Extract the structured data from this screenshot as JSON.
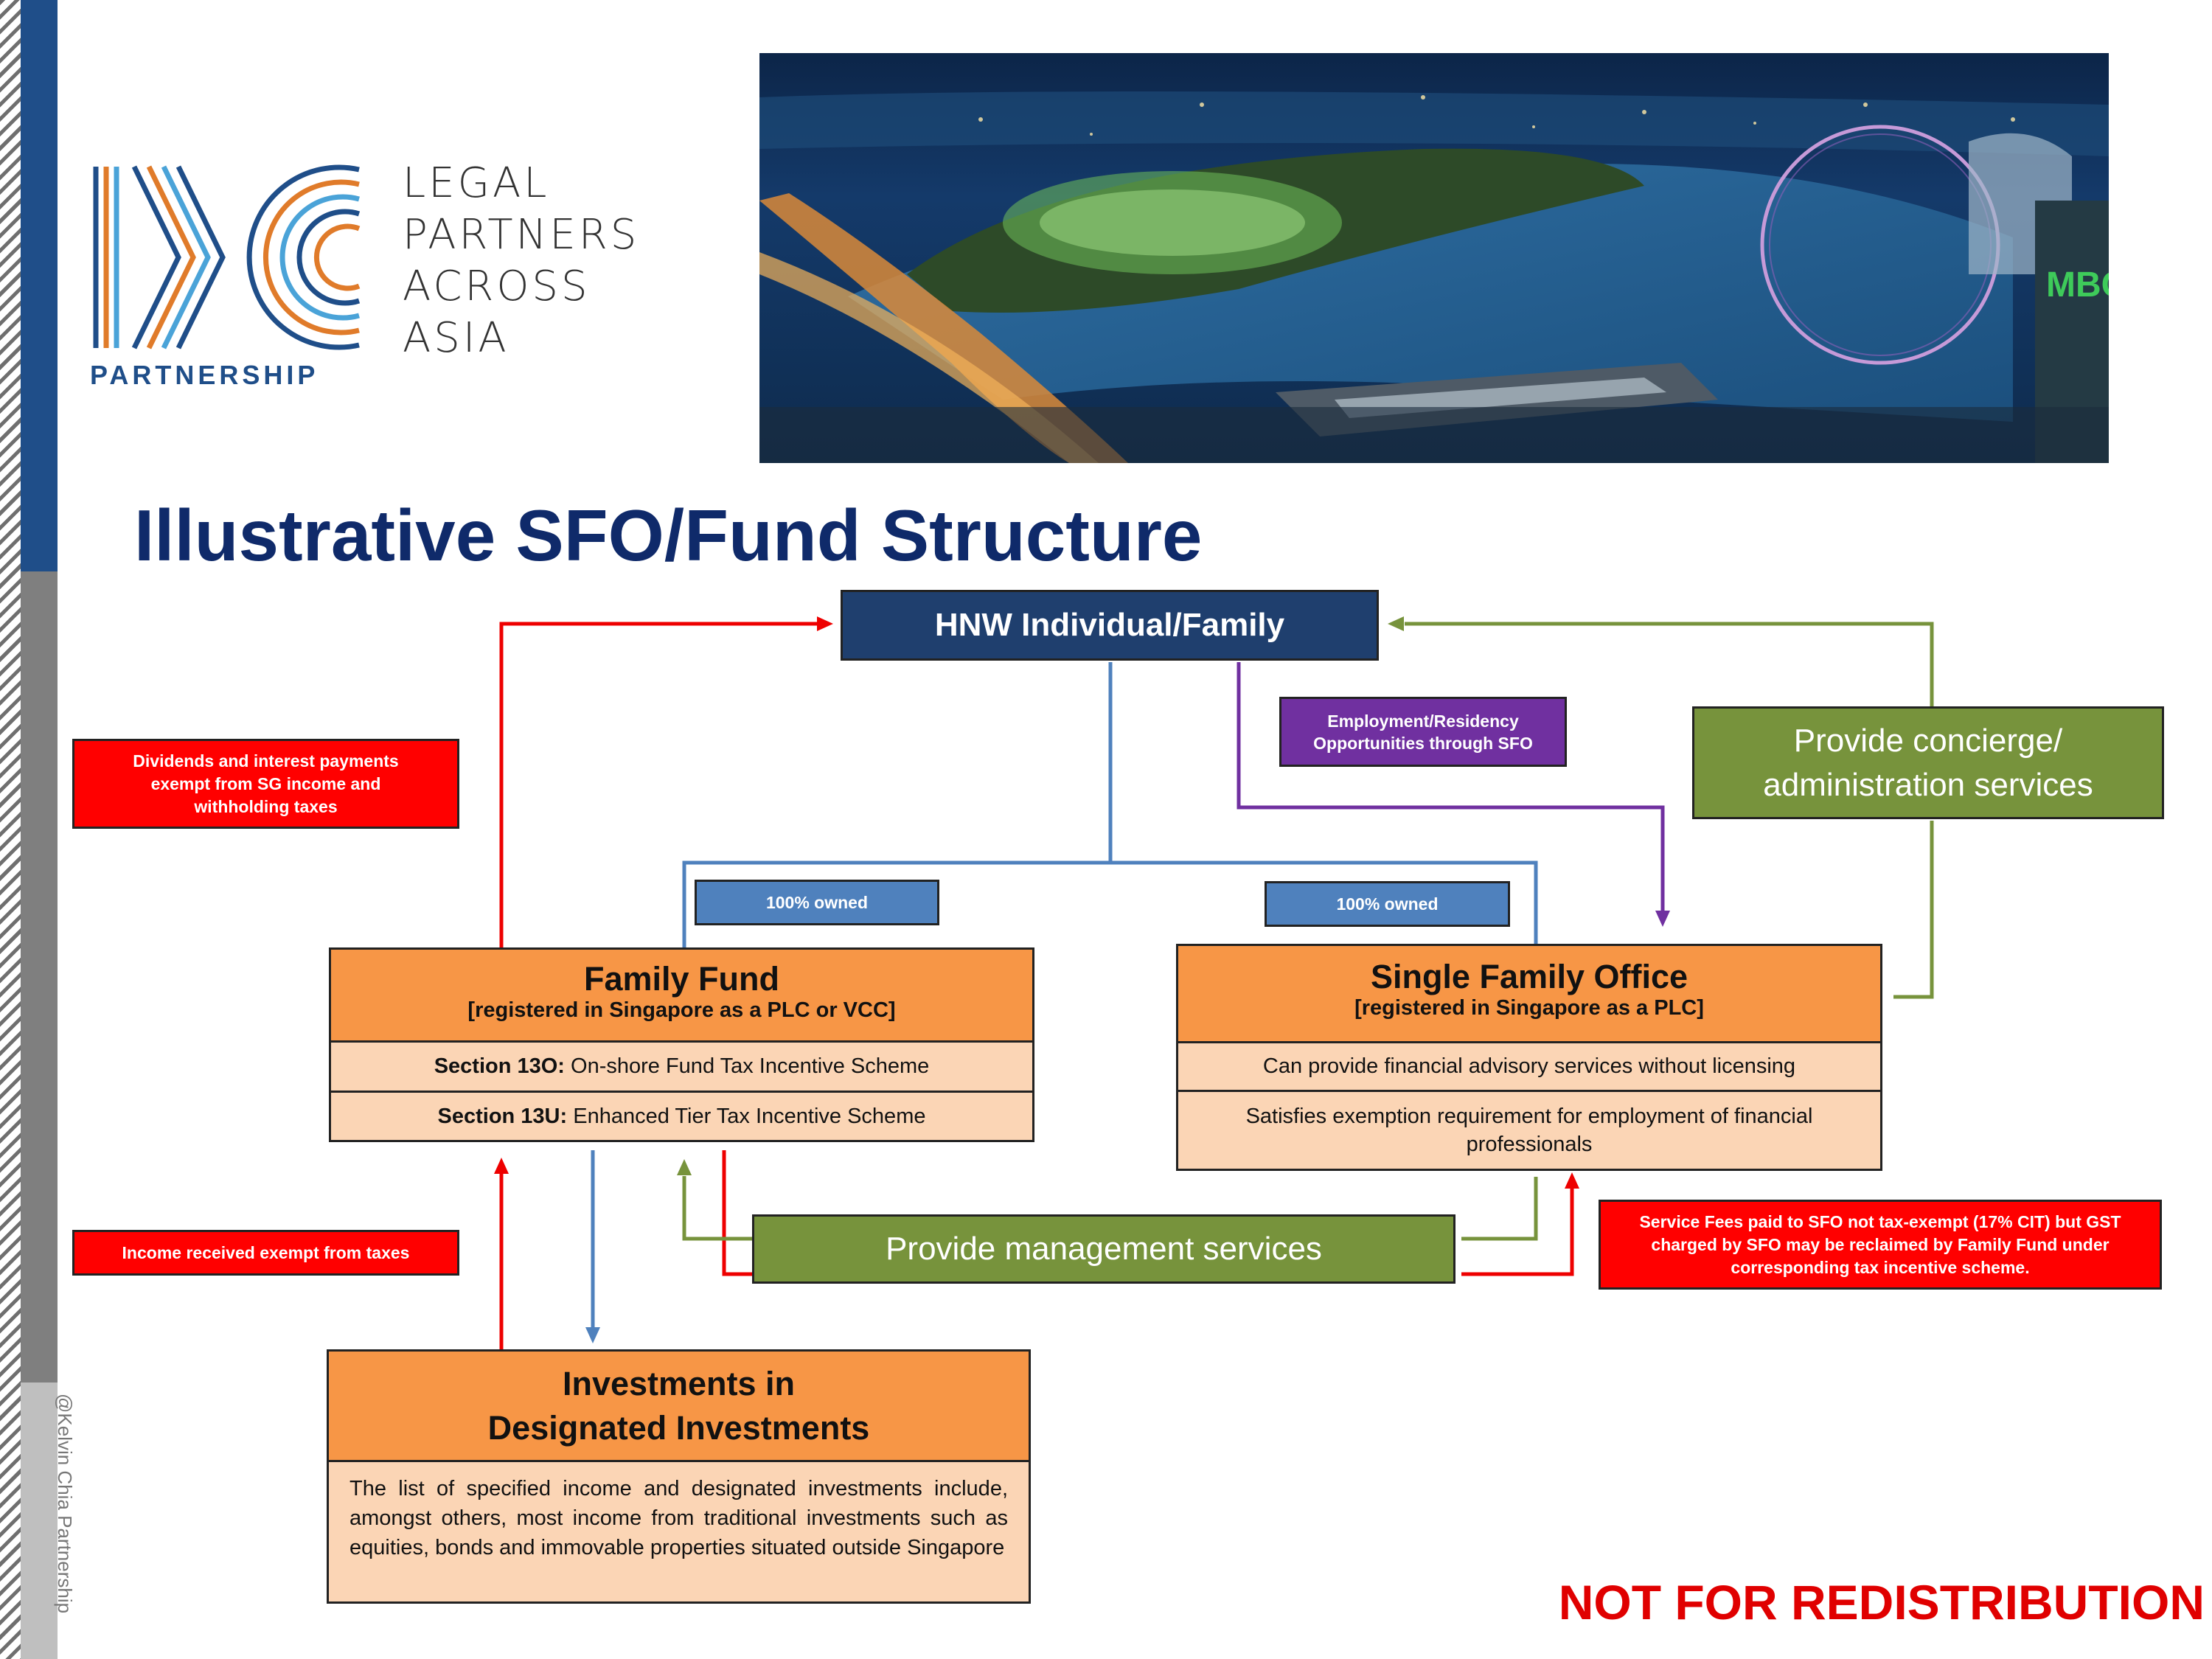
{
  "logo": {
    "lines": [
      "LEGAL",
      "PARTNERS",
      "ACROSS",
      "ASIA"
    ],
    "partnership": "PARTNERSHIP"
  },
  "banner_image": "Singapore skyline aerial view at dusk",
  "title": "Illustrative SFO/Fund Structure",
  "nodes": {
    "hnw": "HNW Individual/Family",
    "employment": "Employment/Residency Opportunities through SFO",
    "concierge": "Provide concierge/ administration services",
    "dividends_note": "Dividends and interest payments exempt from SG income and withholding taxes",
    "owned_left": "100% owned",
    "owned_right": "100% owned",
    "income_note": "Income received exempt from taxes",
    "management": "Provide management services",
    "service_fees_note": "Service Fees paid to SFO not tax-exempt (17% CIT) but GST charged by SFO may be reclaimed by Family Fund under corresponding tax incentive scheme."
  },
  "family_fund": {
    "title": "Family Fund",
    "subtitle": "[registered in Singapore as a PLC or VCC]",
    "rows": [
      {
        "bold": "Section 13O:",
        "text": " On-shore Fund Tax Incentive Scheme"
      },
      {
        "bold": "Section 13U:",
        "text": " Enhanced Tier Tax Incentive Scheme"
      }
    ]
  },
  "sfo": {
    "title": "Single Family Office",
    "subtitle": "[registered in Singapore as a PLC]",
    "rows": [
      "Can provide financial advisory services without licensing",
      "Satisfies exemption requirement for employment of financial professionals"
    ]
  },
  "investments": {
    "title_line1": "Investments in",
    "title_line2": "Designated Investments",
    "body": "The list of specified income and designated investments include, amongst others, most income from traditional investments such as equities, bonds and immovable properties situated outside Singapore"
  },
  "footer": {
    "not_for_redistribution": "NOT FOR REDISTRIBUTION",
    "watermark": "@Kelvin Chia Partnership"
  },
  "colors": {
    "navy": "#1f3f6e",
    "title_blue": "#0f2a6a",
    "orange": "#f79646",
    "peach": "#fbd5b5",
    "green": "#77933c",
    "purple": "#7030a0",
    "red": "#ff0000",
    "steel_blue": "#4f81bd"
  }
}
